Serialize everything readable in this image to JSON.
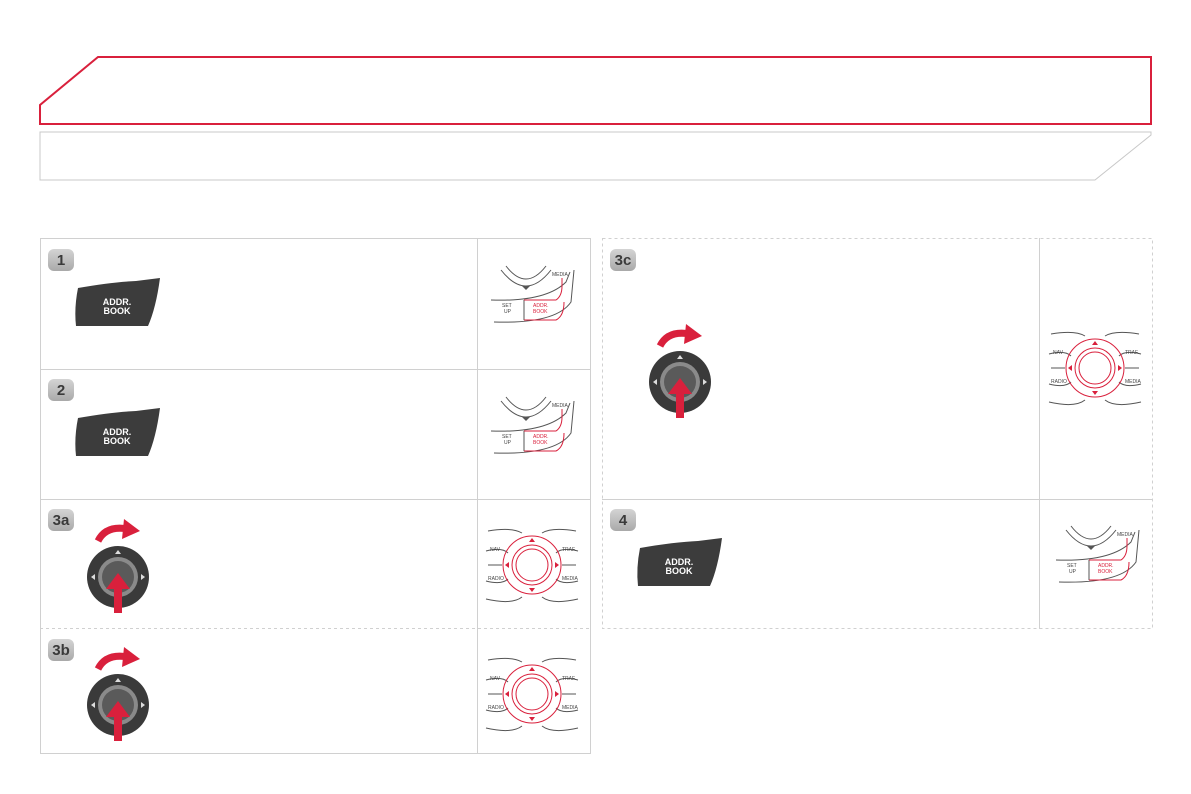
{
  "steps": [
    {
      "badge": "1",
      "control": "addr-book-button",
      "button_lines": [
        "ADDR.",
        "BOOK"
      ],
      "thumbnail": "addr-book-panel"
    },
    {
      "badge": "2",
      "control": "addr-book-button",
      "button_lines": [
        "ADDR.",
        "BOOK"
      ],
      "thumbnail": "addr-book-panel"
    },
    {
      "badge": "3a",
      "control": "rotary-knob",
      "thumbnail": "rotary-panel"
    },
    {
      "badge": "3b",
      "control": "rotary-knob",
      "thumbnail": "rotary-panel"
    },
    {
      "badge": "3c",
      "control": "rotary-knob",
      "thumbnail": "rotary-panel"
    },
    {
      "badge": "4",
      "control": "addr-book-button",
      "button_lines": [
        "ADDR.",
        "BOOK"
      ],
      "thumbnail": "addr-book-panel"
    }
  ],
  "thumb_labels": {
    "media": "MEDIA",
    "set": "SET",
    "up": "UP",
    "addr": "ADDR.",
    "book": "BOOK",
    "nav": "NAV",
    "traf": "TRAF.",
    "radio": "RADIO",
    "media2": "MEDIA"
  },
  "colors": {
    "accent": "#d9203c",
    "button_dark": "#3c3c3c",
    "panel_border": "#cfcfcf"
  }
}
